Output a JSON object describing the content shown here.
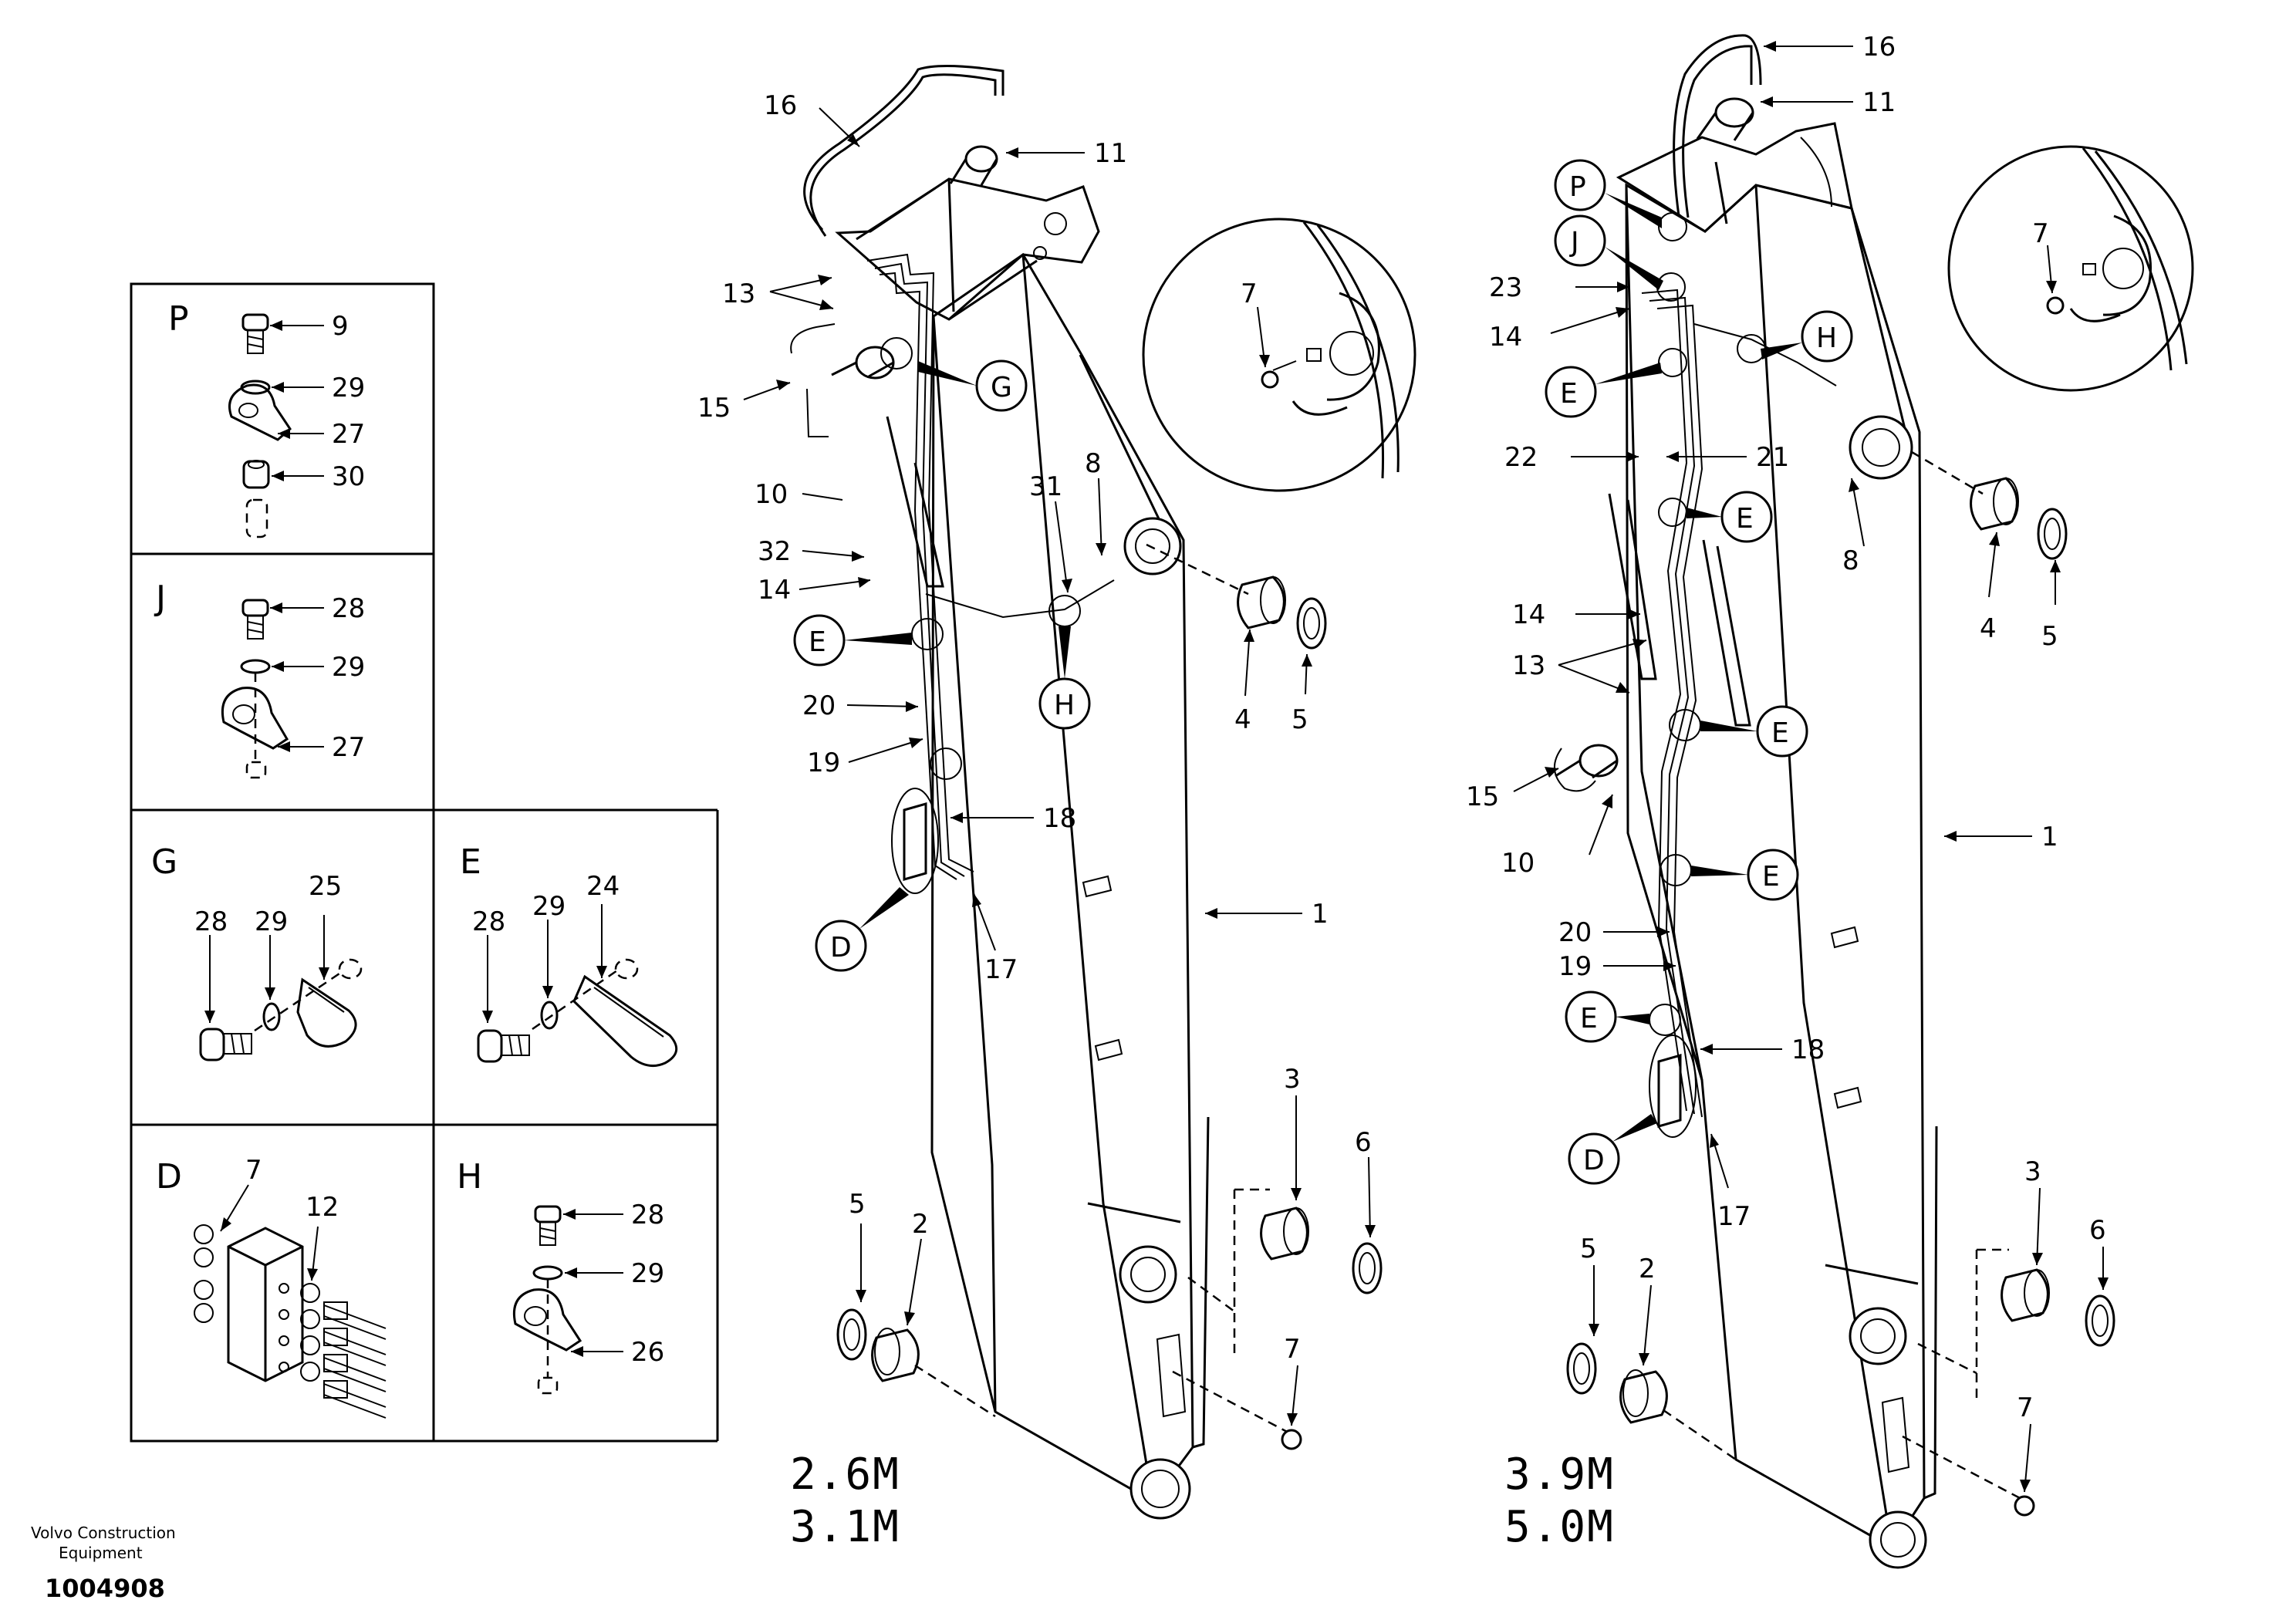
{
  "footer": {
    "company_line1": "Volvo Construction",
    "company_line2": "Equipment",
    "drawing_number": "1004908"
  },
  "detail_panels": {
    "P": {
      "letter": "P",
      "callouts": [
        "9",
        "29",
        "27",
        "30"
      ]
    },
    "J": {
      "letter": "J",
      "callouts": [
        "28",
        "29",
        "27"
      ]
    },
    "G": {
      "letter": "G",
      "callouts": [
        "28",
        "29",
        "25"
      ]
    },
    "E": {
      "letter": "E",
      "callouts": [
        "28",
        "29",
        "24"
      ]
    },
    "D": {
      "letter": "D",
      "callouts": [
        "7",
        "12"
      ]
    },
    "H": {
      "letter": "H",
      "callouts": [
        "28",
        "29",
        "26"
      ]
    }
  },
  "left_boom": {
    "variant_line1": "2.6M",
    "variant_line2": "3.1M",
    "callouts": [
      "16",
      "11",
      "13",
      "15",
      "10",
      "31",
      "8",
      "32",
      "14",
      "20",
      "19",
      "18",
      "17",
      "1",
      "4",
      "5",
      "3",
      "6",
      "5",
      "2",
      "7"
    ],
    "detail_tags": [
      "G",
      "E",
      "H",
      "D"
    ],
    "inset_callout": "7"
  },
  "right_boom": {
    "variant_line1": "3.9M",
    "variant_line2": "5.0M",
    "callouts": [
      "16",
      "11",
      "23",
      "14",
      "22",
      "21",
      "8",
      "14",
      "13",
      "15",
      "10",
      "20",
      "19",
      "18",
      "17",
      "1",
      "4",
      "5",
      "3",
      "6",
      "5",
      "2",
      "7"
    ],
    "detail_tags": [
      "P",
      "J",
      "H",
      "E",
      "E",
      "E",
      "E",
      "E",
      "D"
    ],
    "inset_callout": "7"
  }
}
